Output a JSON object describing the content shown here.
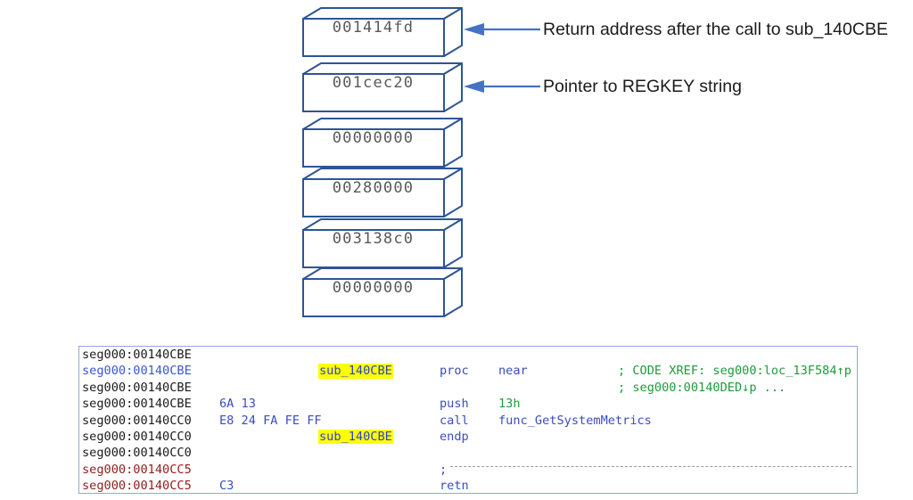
{
  "stack_diagram": {
    "name": "call-stack-visualization",
    "cells": [
      {
        "value": "001414fd",
        "highlighted": true
      },
      {
        "value": "001cec20",
        "highlighted": true
      },
      {
        "value": "00000000",
        "highlighted": false
      },
      {
        "value": "00280000",
        "highlighted": false
      },
      {
        "value": "003138c0",
        "highlighted": false
      },
      {
        "value": "00000000",
        "highlighted": false
      }
    ],
    "box_stroke_color": "#2e5496",
    "box_fill_color": "#ffffff",
    "value_text_color": "#595959",
    "annotations": [
      {
        "id": "annotation-return-address",
        "text": "Return address after the call to sub_140CBE",
        "arrow_color": "#4472c4",
        "target_cell_index": 0
      },
      {
        "id": "annotation-regkey-pointer",
        "text": "Pointer to REGKEY string",
        "arrow_color": "#4472c4",
        "target_cell_index": 1
      }
    ]
  },
  "disassembly": {
    "name": "ida-disassembly-listing",
    "border_color": "#8fa9d4",
    "background_color": "#ffffff",
    "colors": {
      "address_default": "#1a1a1a",
      "address_label": "#3b55d4",
      "address_tail": "#8f2020",
      "bytes": "#3b4cc0",
      "mnemonic": "#3b4cc0",
      "operand_symbol": "#3b4cc0",
      "operand_immediate": "#1f9a3c",
      "comment": "#1f9a3c",
      "name_highlight_bg": "#ffff00",
      "name_highlight_fg": "#2b3fd0",
      "separator": "#9a9a9a"
    },
    "rows": [
      {
        "address": "seg000:00140CBE",
        "address_style": "black",
        "bytes": "",
        "name": "",
        "mnemonic": "",
        "operand": "",
        "comment": ""
      },
      {
        "address": "seg000:00140CBE",
        "address_style": "blue",
        "bytes": "",
        "name": "sub_140CBE",
        "mnemonic": "proc",
        "operand": "near",
        "comment": "; CODE XREF: seg000:loc_13F584↑p"
      },
      {
        "address": "seg000:00140CBE",
        "address_style": "black",
        "bytes": "",
        "name": "",
        "mnemonic": "",
        "operand": "",
        "comment": "; seg000:00140DED↓p ..."
      },
      {
        "address": "seg000:00140CBE",
        "address_style": "black",
        "bytes": "6A 13",
        "name": "",
        "mnemonic": "push",
        "operand": "13h",
        "operand_kind": "immediate",
        "comment": ""
      },
      {
        "address": "seg000:00140CC0",
        "address_style": "black",
        "bytes": "E8 24 FA FE FF",
        "name": "",
        "mnemonic": "call",
        "operand": "func_GetSystemMetrics",
        "operand_kind": "symbol",
        "comment": ""
      },
      {
        "address": "seg000:00140CC0",
        "address_style": "black",
        "bytes": "",
        "name": "sub_140CBE",
        "mnemonic": "endp",
        "operand": "",
        "comment": ""
      },
      {
        "address": "seg000:00140CC0",
        "address_style": "black",
        "bytes": "",
        "name": "",
        "mnemonic": "",
        "operand": "",
        "comment": ""
      },
      {
        "address": "seg000:00140CC5",
        "address_style": "red",
        "bytes": "",
        "name": "",
        "mnemonic": "",
        "operand": "",
        "comment": "",
        "separator": ";"
      },
      {
        "address": "seg000:00140CC5",
        "address_style": "red",
        "bytes": "C3",
        "name": "",
        "mnemonic": "retn",
        "operand": "",
        "comment": ""
      }
    ]
  }
}
